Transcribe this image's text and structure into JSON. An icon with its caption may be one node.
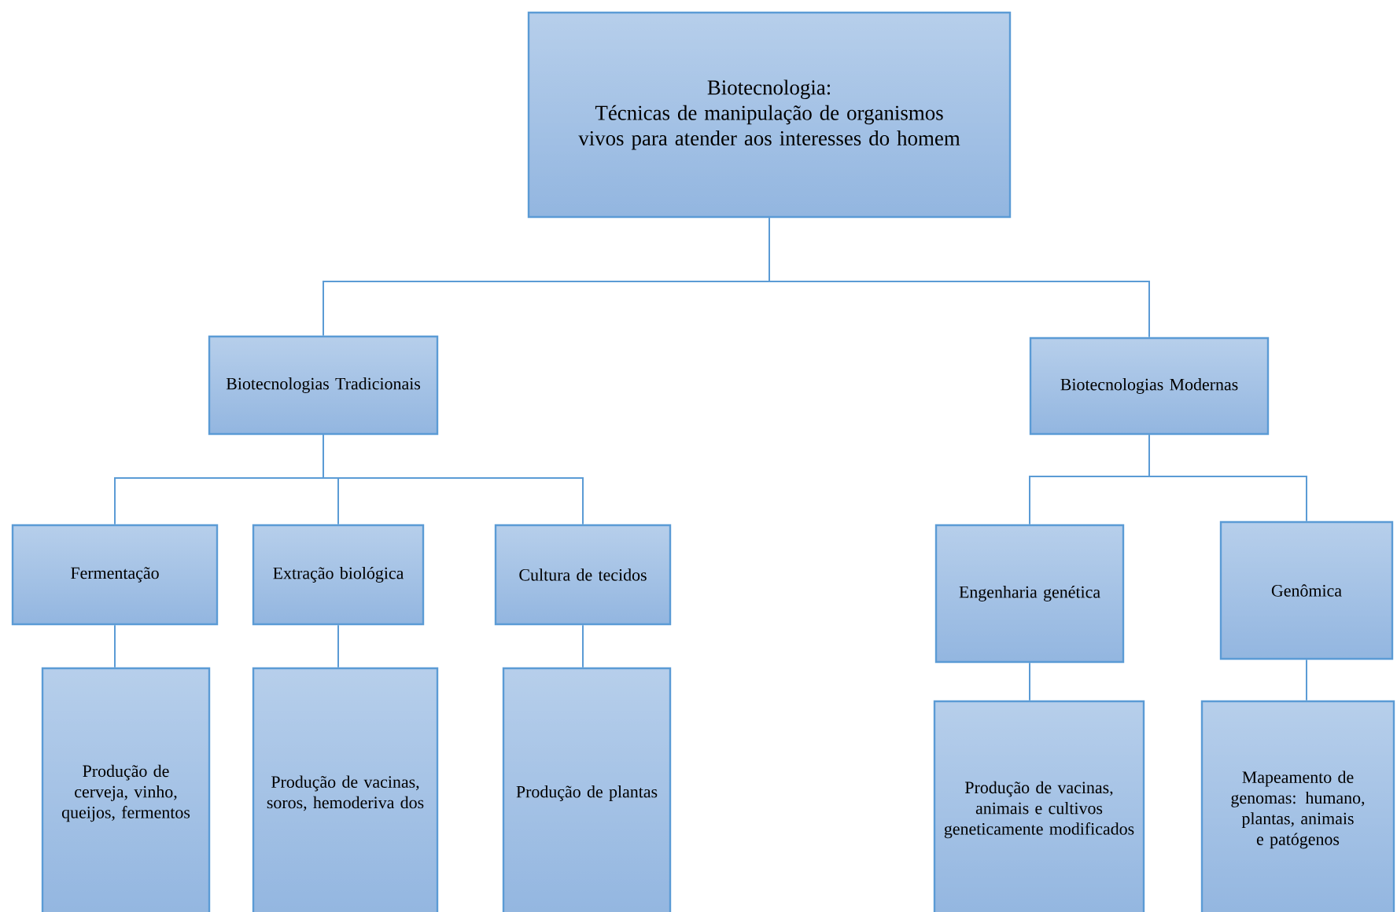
{
  "diagram": {
    "nodes": [
      {
        "text": [
          "Biotecnologia:",
          "Técnicas de manipulação de organismos vivos para atender aos interesses do homem"
        ]
      },
      {
        "text": [
          "Biotecnologias Tradicionais"
        ]
      },
      {
        "text": [
          "Biotecnologias Modernas"
        ]
      },
      {
        "text": [
          "Fermentação"
        ]
      },
      {
        "text": [
          "Extração biológica"
        ]
      },
      {
        "text": [
          "Cultura de tecidos"
        ]
      },
      {
        "text": [
          "Produção de cerveja, vinho, queijos, fermentos"
        ]
      },
      {
        "text": [
          "Produção de vacinas, soros, hemoderiva dos"
        ]
      },
      {
        "text": [
          "Produção de plantas"
        ]
      },
      {
        "text": [
          "Engenharia genética"
        ]
      },
      {
        "text": [
          "Genômica"
        ]
      },
      {
        "text": [
          "Produção de vacinas, animais e cultivos geneticamente modificados"
        ]
      },
      {
        "text": [
          "Mapeamento de genomas: humano, plantas, animais e patógenos"
        ]
      }
    ],
    "edges": [
      {
        "from": 0,
        "to": 1,
        "arrow": "none"
      },
      {
        "from": 0,
        "to": 2,
        "arrow": "none"
      },
      {
        "from": 1,
        "to": 3,
        "arrow": "none"
      },
      {
        "from": 1,
        "to": 4,
        "arrow": "none"
      },
      {
        "from": 1,
        "to": 5,
        "arrow": "none"
      },
      {
        "from": 2,
        "to": 9,
        "arrow": "none"
      },
      {
        "from": 2,
        "to": 10,
        "arrow": "none"
      },
      {
        "from": 3,
        "to": 6,
        "arrow": "none"
      },
      {
        "from": 4,
        "to": 7,
        "arrow": "none"
      },
      {
        "from": 5,
        "to": 8,
        "arrow": "none"
      },
      {
        "from": 9,
        "to": 11,
        "arrow": "none"
      },
      {
        "from": 10,
        "to": 12,
        "arrow": "none"
      }
    ]
  }
}
